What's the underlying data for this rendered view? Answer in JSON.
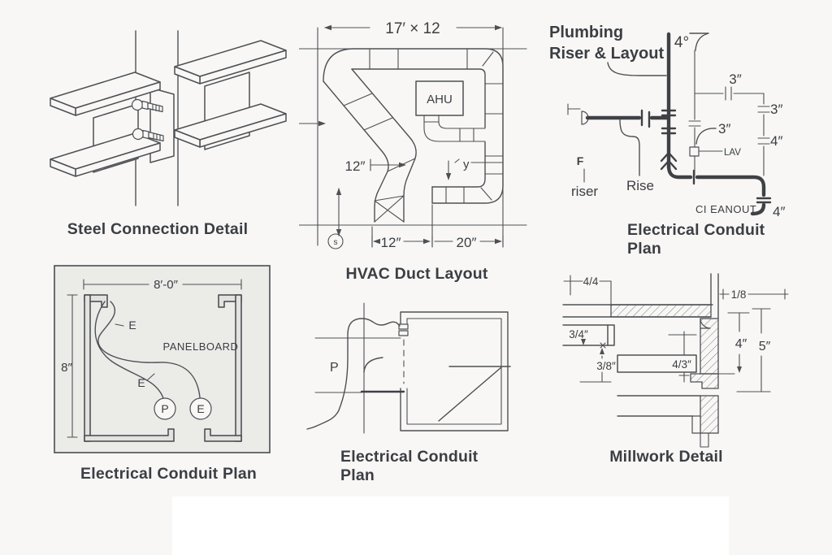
{
  "colors": {
    "page_bg": "#f8f7f5",
    "white_band": "#ffffff",
    "line": "#4d5055",
    "line_dark": "#3e4145",
    "text": "#3b3e43",
    "panel_fill": "#ebebe8",
    "wall_fill": "#e2e2df"
  },
  "panels": {
    "steel": {
      "caption": "Steel Connection Detail"
    },
    "hvac": {
      "caption": "HVAC Duct Layout",
      "dims": {
        "top": "17′ × 12",
        "left": "12″",
        "bottom_left": "12″",
        "bottom_right": "20″"
      },
      "labels": {
        "ahu": "AHU",
        "y": "y",
        "s": "s"
      }
    },
    "plumbing": {
      "title1": "Plumbing",
      "title2": "Riser & Layout",
      "caption1": "Electrical Conduit",
      "caption2": "Plan",
      "labels": {
        "vent": "4°",
        "branch_top": "3″",
        "branch_right_upper": "3″",
        "branch_right_lower": "4″",
        "branch_mid": "3″",
        "lav": "LAV",
        "f": "F",
        "riser": "riser",
        "rise": "Rise",
        "cleanout": "CI EANOUT",
        "outlet": "4″"
      }
    },
    "conduit_room": {
      "caption": "Electrical Conduit Plan",
      "dims": {
        "width": "8′-0″",
        "height": "8″"
      },
      "labels": {
        "panelboard": "PANELBOARD",
        "e_upper": "E",
        "e_lower": "E",
        "circle_p": "P",
        "circle_e": "E"
      }
    },
    "conduit_plan": {
      "caption1": "Electrical Conduit",
      "caption2": "Plan",
      "labels": {
        "p": "P"
      }
    },
    "millwork": {
      "caption": "Millwork Detail",
      "dims": {
        "top_left": "4/4",
        "top_right": "1/8",
        "left_upper": "3/4″",
        "left_lower": "3/8″",
        "center": "4/3″",
        "right_inner": "4″",
        "right_outer": "5″"
      }
    }
  }
}
